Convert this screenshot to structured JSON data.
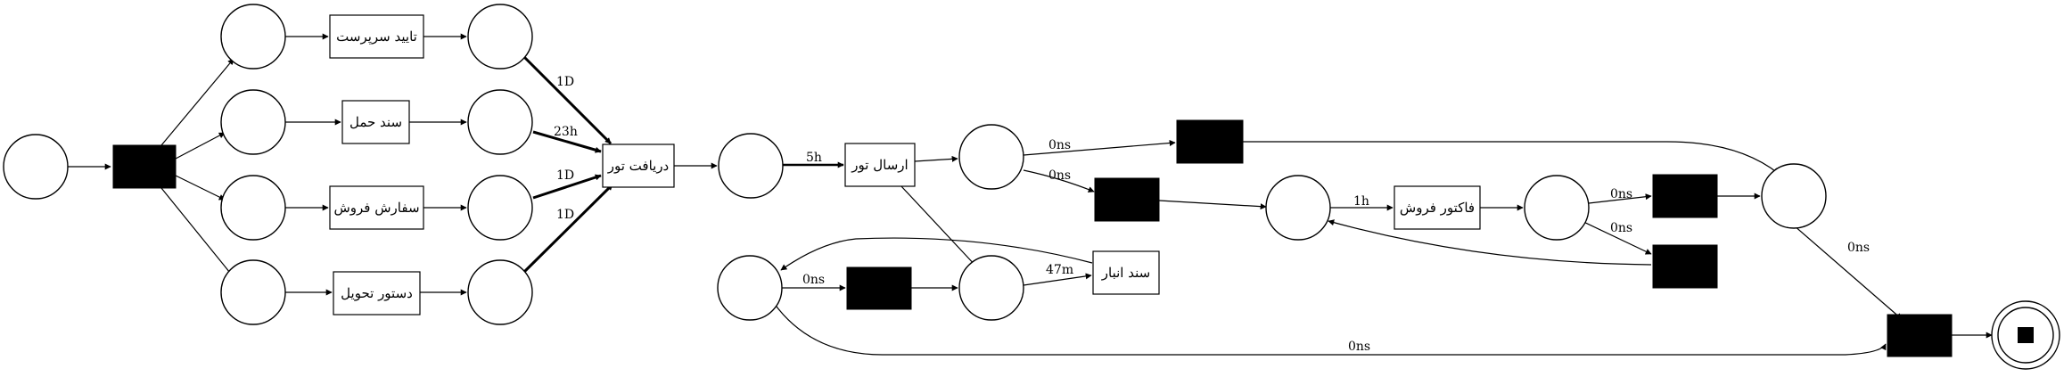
{
  "diagram": {
    "transitions": {
      "t_approve": "تایید سرپرست",
      "t_shipdoc": "سند حمل",
      "t_order": "سفارش فروش",
      "t_delivery": "دستور تحویل",
      "t_receive": "دریافت تور",
      "t_send": "ارسال تور",
      "t_warehouse": "سند انبار",
      "t_invoice": "فاکتور فروش"
    },
    "edge_labels": {
      "e_approve_recv": "1D",
      "e_ship_recv": "23h",
      "e_order_recv": "1D",
      "e_deliv_recv": "1D",
      "e_p9_send": "5h",
      "e_p10_h2": "0ns",
      "e_p10_h3": "0ns",
      "e_p12_inv": "1h",
      "e_p13_h5": "0ns",
      "e_p13_h6": "0ns",
      "e_p14_h7": "0ns",
      "e_p11_h4": "0ns",
      "e_wh_p15": "47m",
      "e_p11_h7": "0ns"
    }
  }
}
